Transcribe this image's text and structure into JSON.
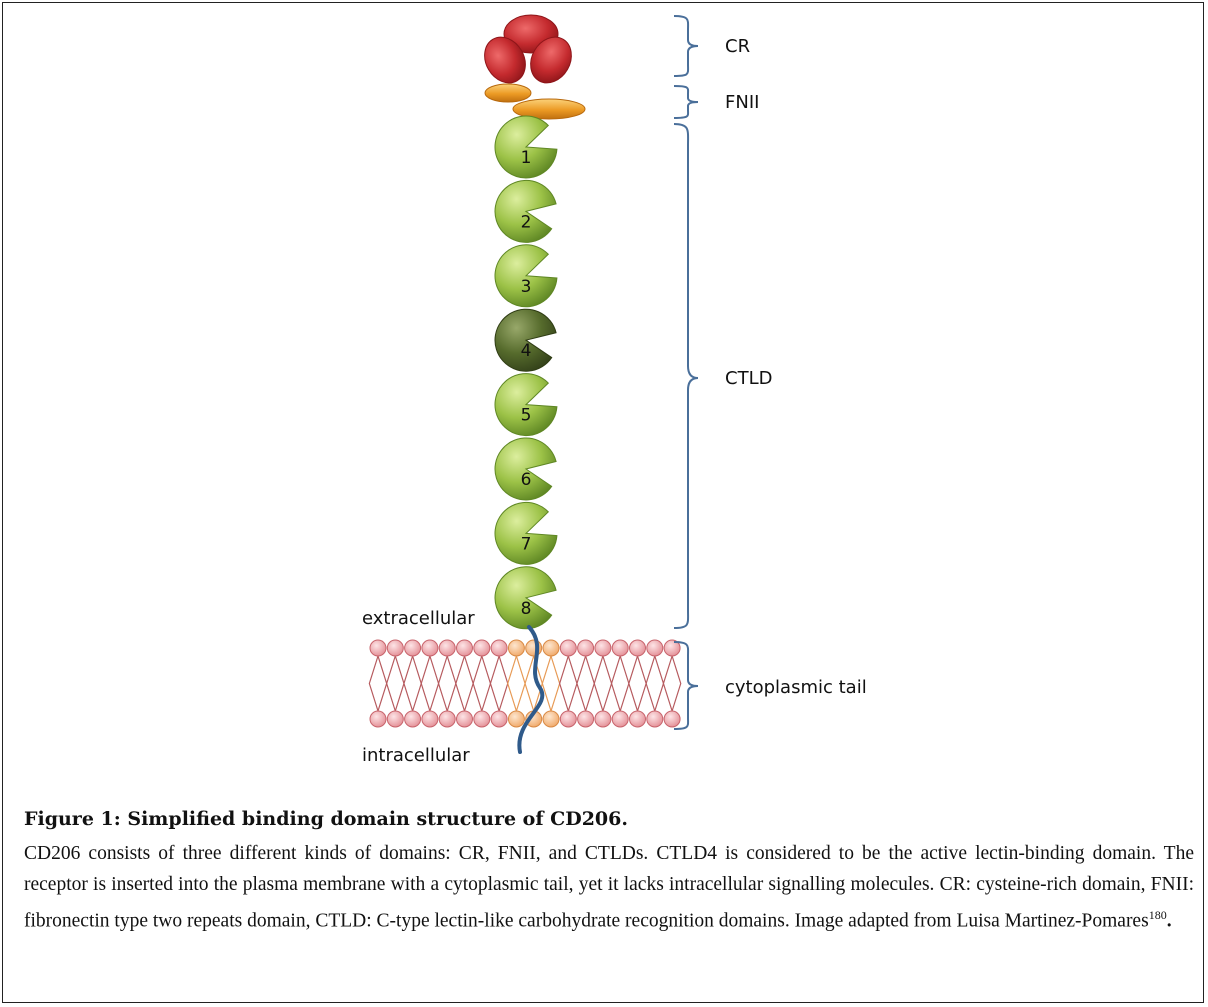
{
  "labels": {
    "cr": "CR",
    "fnii": "FNII",
    "ctld": "CTLD",
    "cytoplasmic_tail": "cytoplasmic tail",
    "extracellular": "extracellular",
    "intracellular": "intracellular"
  },
  "ctld_domains": [
    "1",
    "2",
    "3",
    "4",
    "5",
    "6",
    "7",
    "8"
  ],
  "highlighted_domain": "4",
  "colors": {
    "cr_red": "#c0282c",
    "fnii_orange": "#e8951f",
    "ctld_green": "#8db43a",
    "ctld4_dark": "#4e6226",
    "bracket_blue": "#4a6f9a",
    "membrane_pink": "#e8a3a8",
    "membrane_orange": "#f3b47e",
    "tail_blue": "#2f5a8a"
  },
  "caption": {
    "title": "Figure 1: Simplified binding domain structure of CD206.",
    "body": "CD206 consists of three different kinds of domains: CR, FNII, and CTLDs. CTLD4 is considered to be the active lectin-binding domain. The receptor is inserted into the plasma membrane with a cytoplasmic tail, yet it lacks intracellular signalling molecules. CR: cysteine-rich domain, FNII: fibronectin type two repeats domain, CTLD: C-type lectin-like carbohydrate recognition domains. Image adapted from Luisa Martinez-Pomares",
    "ref": "180",
    "end": "."
  }
}
